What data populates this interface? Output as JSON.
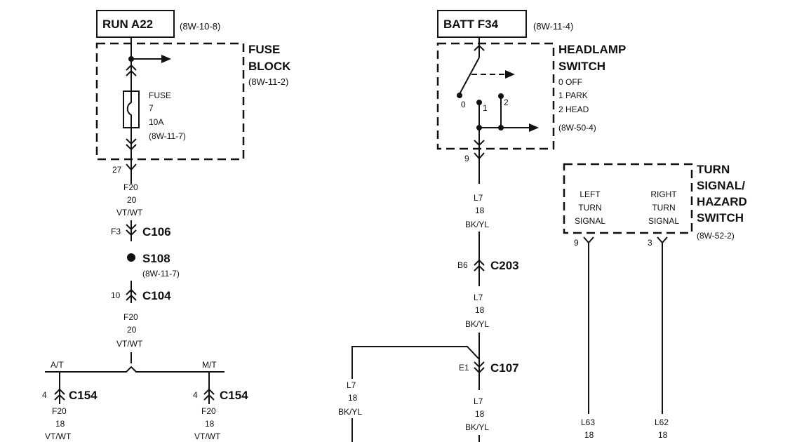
{
  "left": {
    "source_box": "RUN A22",
    "source_ref": "(8W-10-8)",
    "fuse_block": {
      "title_1": "FUSE",
      "title_2": "BLOCK",
      "ref": "(8W-11-2)"
    },
    "fuse": {
      "label": "FUSE",
      "number": "7",
      "rating": "10A",
      "ref": "(8W-11-7)"
    },
    "pin_27": "27",
    "wire_1": {
      "code": "F20",
      "gauge": "20",
      "color": "VT/WT"
    },
    "c106": {
      "pin": "F3",
      "name": "C106"
    },
    "s108": {
      "name": "S108",
      "ref": "(8W-11-7)"
    },
    "c104": {
      "pin": "10",
      "name": "C104"
    },
    "wire_2": {
      "code": "F20",
      "gauge": "20",
      "color": "VT/WT"
    },
    "branch_at": "A/T",
    "branch_mt": "M/T",
    "c154_at": {
      "pin": "4",
      "name": "C154"
    },
    "c154_mt": {
      "pin": "4",
      "name": "C154"
    },
    "wire_at": {
      "code": "F20",
      "gauge": "18",
      "color": "VT/WT"
    },
    "wire_mt": {
      "code": "F20",
      "gauge": "18",
      "color": "VT/WT"
    }
  },
  "middle": {
    "source_box": "BATT F34",
    "source_ref": "(8W-11-4)",
    "switch": {
      "title_1": "HEADLAMP",
      "title_2": "SWITCH",
      "pos_0": "0 OFF",
      "pos_1": "1 PARK",
      "pos_2": "2 HEAD",
      "ref": "(8W-50-4)"
    },
    "contact_0": "0",
    "contact_1": "1",
    "contact_2": "2",
    "pin_9": "9",
    "wire_1": {
      "code": "L7",
      "gauge": "18",
      "color": "BK/YL"
    },
    "c203": {
      "pin": "B6",
      "name": "C203"
    },
    "wire_2": {
      "code": "L7",
      "gauge": "18",
      "color": "BK/YL"
    },
    "c107": {
      "pin": "E1",
      "name": "C107"
    },
    "wire_3": {
      "code": "L7",
      "gauge": "18",
      "color": "BK/YL"
    },
    "wire_branch": {
      "code": "L7",
      "gauge": "18",
      "color": "BK/YL"
    }
  },
  "right": {
    "switch": {
      "title_1": "TURN",
      "title_2": "SIGNAL/",
      "title_3": "HAZARD",
      "title_4": "SWITCH",
      "ref": "(8W-52-2)"
    },
    "left_signal": {
      "l1": "LEFT",
      "l2": "TURN",
      "l3": "SIGNAL"
    },
    "right_signal": {
      "l1": "RIGHT",
      "l2": "TURN",
      "l3": "SIGNAL"
    },
    "pin_left": "9",
    "pin_right": "3",
    "wire_left": {
      "code": "L63",
      "gauge": "18"
    },
    "wire_right": {
      "code": "L62",
      "gauge": "18"
    }
  }
}
